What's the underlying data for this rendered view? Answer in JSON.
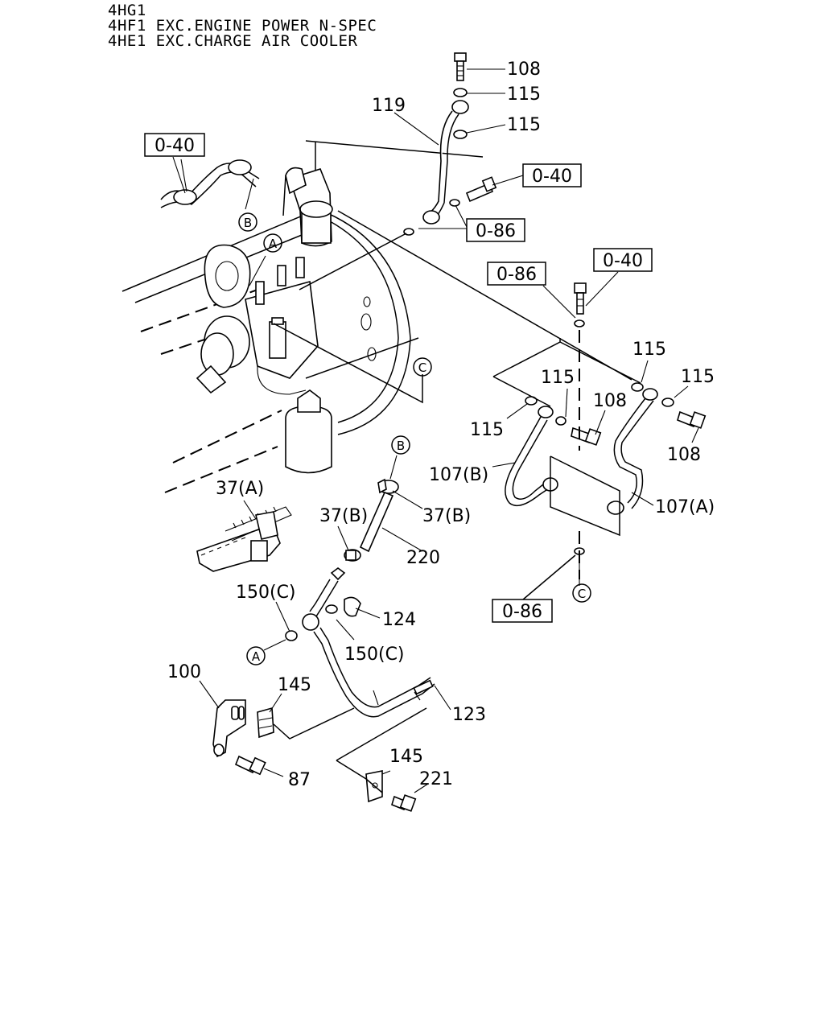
{
  "header": {
    "line1": "4HG1",
    "line2": "4HF1 EXC.ENGINE POWER N-SPEC",
    "line3": "4HE1 EXC.CHARGE AIR COOLER"
  },
  "boxed_refs": {
    "r040_a": "0-40",
    "r040_b": "0-40",
    "r040_c": "0-40",
    "r086_a": "0-86",
    "r086_b": "0-86",
    "r086_c": "0-86"
  },
  "circle_refs": {
    "a1": "A",
    "a2": "A",
    "b1": "B",
    "b2": "B",
    "c1": "C",
    "c2": "C"
  },
  "labels": {
    "p108_top": "108",
    "p115_top1": "115",
    "p119": "119",
    "p115_top2": "115",
    "p115_r1": "115",
    "p115_r2": "115",
    "p115_r3": "115",
    "p108_mid": "108",
    "p115_l": "115",
    "p108_r": "108",
    "p107b": "107(B)",
    "p107a": "107(A)",
    "p37a": "37(A)",
    "p37b_1": "37(B)",
    "p37b_2": "37(B)",
    "p220": "220",
    "p150c_1": "150(C)",
    "p124": "124",
    "p150c_2": "150(C)",
    "p100": "100",
    "p145_1": "145",
    "p123": "123",
    "p145_2": "145",
    "p221": "221",
    "p87": "87"
  }
}
